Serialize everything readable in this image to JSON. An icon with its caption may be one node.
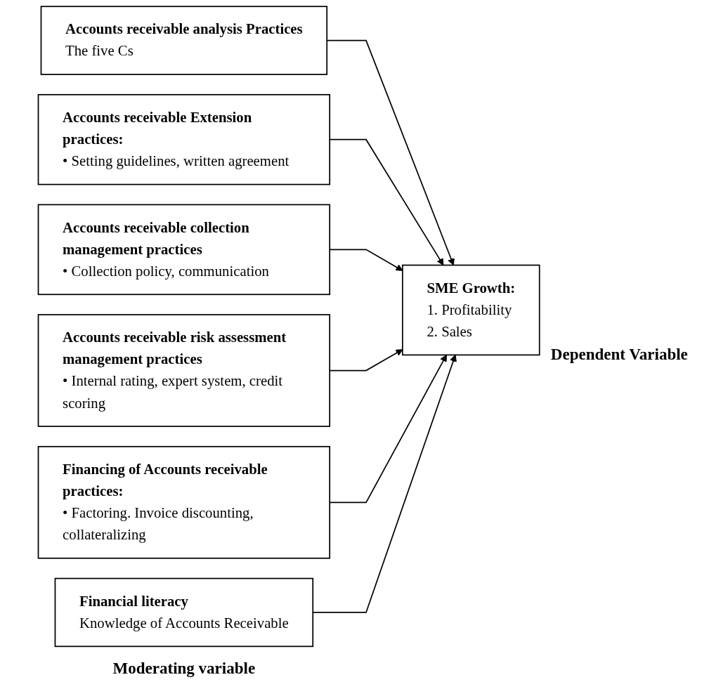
{
  "diagram": {
    "nodes": [
      {
        "text": [
          "Accounts receivable analysis Practices",
          "The five Cs"
        ]
      },
      {
        "text": [
          "Accounts receivable Extension practices:",
          "• Setting guidelines, written agreement"
        ]
      },
      {
        "text": [
          "Accounts receivable collection management practices",
          "• Collection policy, communication"
        ]
      },
      {
        "text": [
          "Accounts receivable risk assessment management practices",
          "• Internal rating, expert system, credit scoring"
        ]
      },
      {
        "text": [
          "Financing of Accounts receivable practices:",
          "• Factoring. Invoice discounting, collateralizing"
        ]
      },
      {
        "text": [
          "SME Growth:",
          "1. Profitability",
          "2. Sales"
        ],
        "beside": [
          "Dependent Variable"
        ]
      },
      {
        "text": [
          "Financial literacy",
          "Knowledge of Accounts Receivable"
        ],
        "beside": [
          "Moderating variable"
        ]
      }
    ],
    "edges": [
      {
        "from": 0,
        "to": 5,
        "arrow": "to"
      },
      {
        "from": 1,
        "to": 5,
        "arrow": "to"
      },
      {
        "from": 2,
        "to": 5,
        "arrow": "to"
      },
      {
        "from": 3,
        "to": 5,
        "arrow": "to"
      },
      {
        "from": 4,
        "to": 5,
        "arrow": "to"
      },
      {
        "from": 6,
        "to": 5,
        "arrow": "to"
      }
    ]
  }
}
